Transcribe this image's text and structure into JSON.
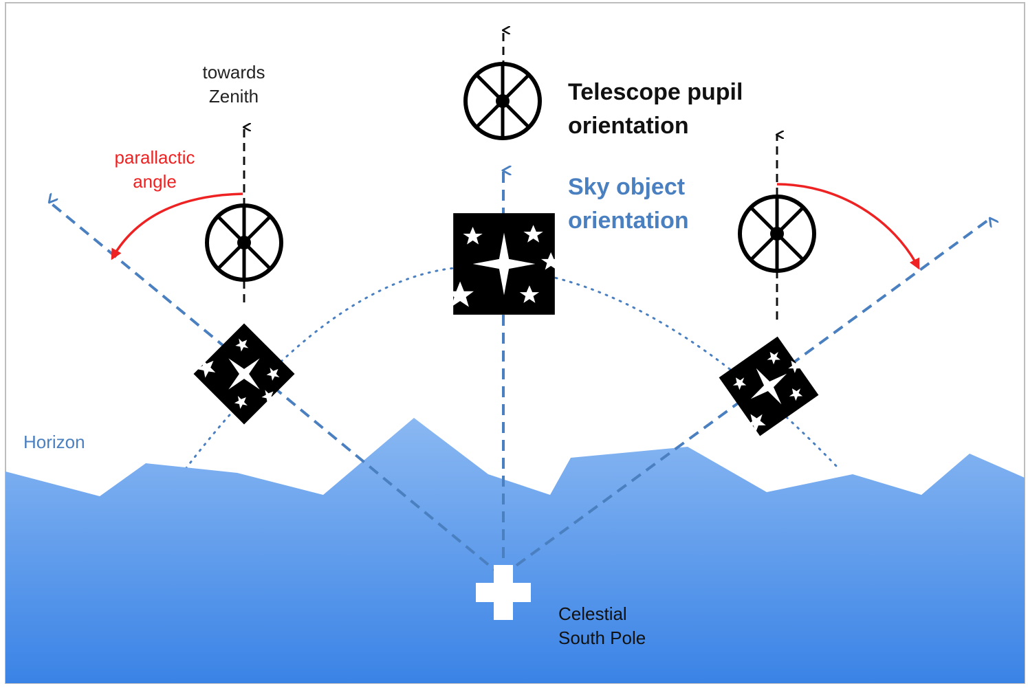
{
  "labels": {
    "towards_zenith": "towards\nZenith",
    "parallactic_angle": "parallactic\nangle",
    "telescope_pupil": "Telescope pupil\norientation",
    "sky_object": "Sky object\norientation",
    "horizon": "Horizon",
    "celestial_pole": "Celestial\nSouth Pole"
  },
  "colors": {
    "sky_blue": "#4a7fc0",
    "ground_top": "#8ab8f2",
    "ground_bottom": "#3a83e6",
    "angle_red": "#ee2222",
    "horizon_text": "#4a7fc0"
  },
  "icons": {
    "pupil": "pupil-wheel-icon",
    "star_field": "star-field-icon",
    "pole_marker": "cross-icon"
  }
}
